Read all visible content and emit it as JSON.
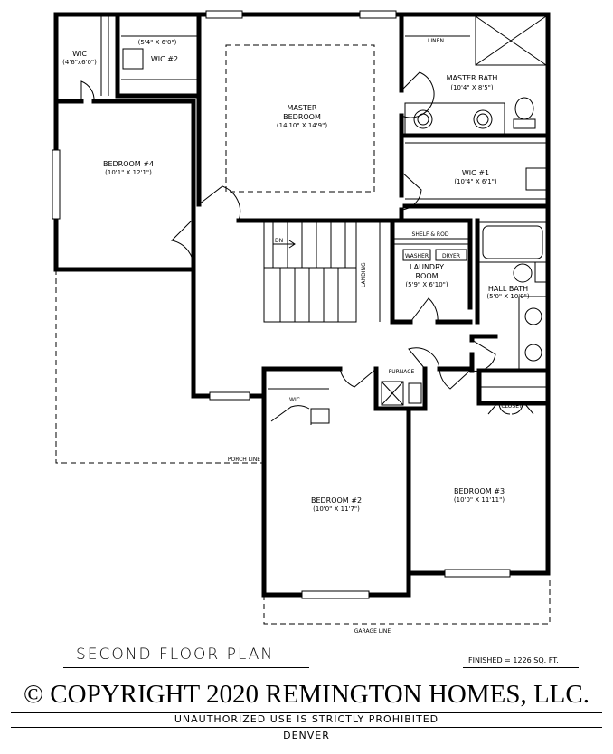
{
  "rooms": {
    "wic_left": {
      "name": "WIC",
      "dim": "(4'6\"x6'0\")"
    },
    "wic2": {
      "name": "WIC #2",
      "dim": "(5'4\" X 6'0\")"
    },
    "master_bedroom": {
      "name_line1": "MASTER",
      "name_line2": "BEDROOM",
      "dim": "(14'10\" X 14'9\")"
    },
    "master_bath": {
      "name": "MASTER BATH",
      "dim": "(10'4\" X 8'5\")"
    },
    "linen": {
      "name": "LINEN"
    },
    "wic1": {
      "name": "WIC #1",
      "dim": "(10'4\" X 6'1\")"
    },
    "bedroom4": {
      "name": "BEDROOM #4",
      "dim": "(10'1\" X 12'1\")"
    },
    "laundry": {
      "name_line1": "LAUNDRY",
      "name_line2": "ROOM",
      "dim": "(5'9\" X 6'10\")"
    },
    "shelf_rod": {
      "name": "SHELF & ROD"
    },
    "washer": {
      "name": "WASHER"
    },
    "dryer": {
      "name": "DRYER"
    },
    "hall_bath": {
      "name": "HALL BATH",
      "dim": "(5'0\" X 10'9\")"
    },
    "landing": {
      "name": "LANDING"
    },
    "dn": {
      "name": "DN"
    },
    "furnace": {
      "name": "FURNACE"
    },
    "wic_small": {
      "name": "WIC"
    },
    "closet": {
      "name": "CLOSET"
    },
    "bedroom2": {
      "name": "BEDROOM #2",
      "dim": "(10'0\" X 11'7\")"
    },
    "bedroom3": {
      "name": "BEDROOM #3",
      "dim": "(10'0\" X 11'11\")"
    }
  },
  "lines": {
    "porch": "PORCH LINE",
    "garage": "GARAGE LINE"
  },
  "footer": {
    "plan_title": "SECOND FLOOR PLAN",
    "finished": "FINISHED = 1226 SQ. FT.",
    "copyright": "© COPYRIGHT 2020 REMINGTON HOMES, LLC.",
    "unauthorized": "UNAUTHORIZED USE IS STRICTLY PROHIBITED",
    "plan_name": "DENVER"
  }
}
